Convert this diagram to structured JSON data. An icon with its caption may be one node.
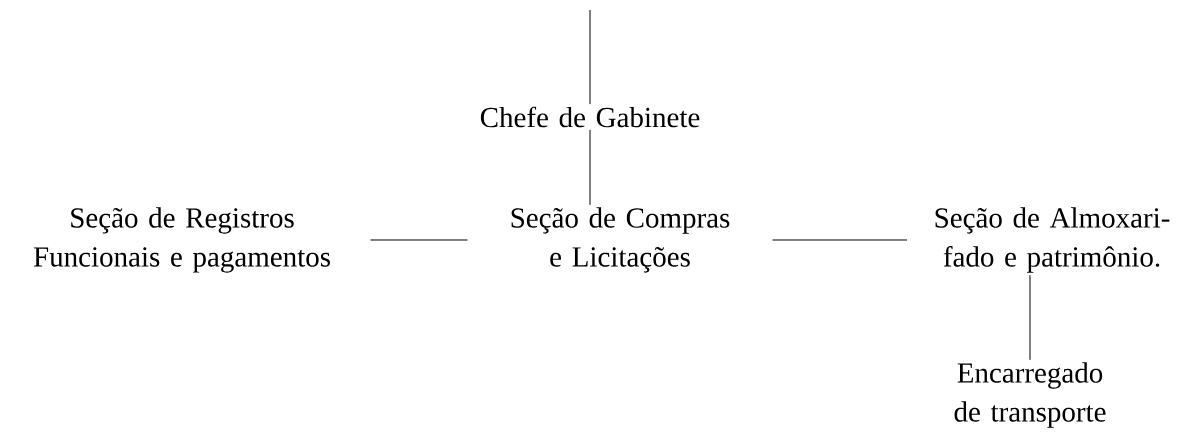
{
  "diagram": {
    "nodes": [
      {
        "text": [
          "Chefe de Gabinete"
        ]
      },
      {
        "text": [
          "Seção de Registros Funcionais e pagamentos"
        ]
      },
      {
        "text": [
          "Seção de Compras e Licitações"
        ]
      },
      {
        "text": [
          "Seção de Almoxari- fado e patrimônio."
        ]
      },
      {
        "text": [
          "Encarregado de transporte"
        ]
      }
    ],
    "edges": [
      {
        "from": null,
        "to": 0,
        "arrow": "none"
      },
      {
        "from": 0,
        "to": 2,
        "arrow": "none"
      },
      {
        "from": 1,
        "to": 2,
        "arrow": "none"
      },
      {
        "from": 2,
        "to": 3,
        "arrow": "none"
      },
      {
        "from": 3,
        "to": 4,
        "arrow": "none"
      }
    ]
  }
}
